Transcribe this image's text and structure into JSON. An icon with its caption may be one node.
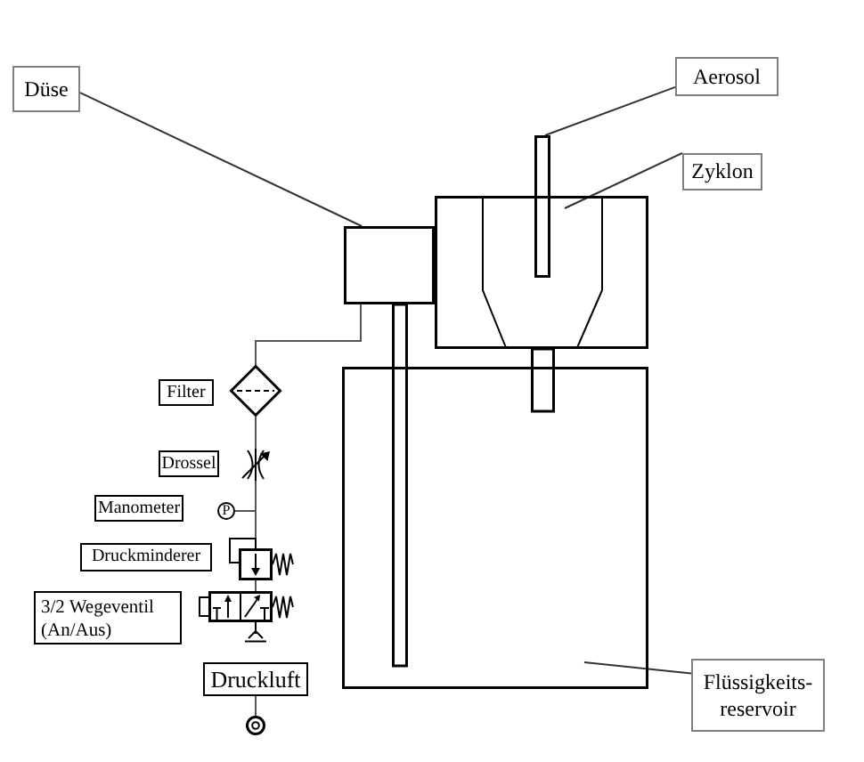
{
  "diagram": {
    "nodes": [
      {
        "text": [
          "Aerosol"
        ]
      },
      {
        "text": [
          "Düse"
        ]
      },
      {
        "text": [],
        "shape": "bar"
      },
      {
        "text": [
          "Zyklon"
        ]
      },
      {
        "text": [],
        "shape": "box"
      },
      {
        "text": [],
        "shape": "box"
      },
      {
        "text": [],
        "shape": "diamond"
      },
      {
        "text": [
          "Filter"
        ]
      },
      {
        "text": [],
        "shape": "box"
      },
      {
        "text": [
          "Drossel"
        ]
      },
      {
        "text": [],
        "shape": "picture"
      },
      {
        "text": [
          "Manometer"
        ]
      },
      {
        "text": [
          "P"
        ]
      },
      {
        "text": [
          "Druckminderer"
        ]
      },
      {
        "text": [],
        "shape": "box"
      },
      {
        "text": [
          "3/2 Wegeventil (An/Aus)"
        ]
      },
      {
        "text": [],
        "shape": "box"
      },
      {
        "text": [
          "Druckluft"
        ]
      },
      {
        "text": [
          "Flüssigkeits- reservoir"
        ]
      },
      {
        "text": [],
        "shape": "circle"
      }
    ],
    "edges": [
      {
        "from": 0,
        "to": 2,
        "arrow": "none"
      },
      {
        "from": 1,
        "to": 5,
        "arrow": "none"
      },
      {
        "from": 3,
        "to": 4,
        "arrow": "none"
      },
      {
        "from": 18,
        "to": 8,
        "arrow": "none"
      },
      {
        "from": 6,
        "to": 5,
        "arrow": "none"
      },
      {
        "from": 10,
        "to": 6,
        "arrow": "none"
      },
      {
        "from": 14,
        "to": 10,
        "arrow": "none"
      },
      {
        "from": 14,
        "to": 12,
        "arrow": "none"
      },
      {
        "from": 16,
        "to": 14,
        "arrow": "none"
      },
      {
        "from": 17,
        "to": 19,
        "arrow": "none"
      }
    ]
  }
}
